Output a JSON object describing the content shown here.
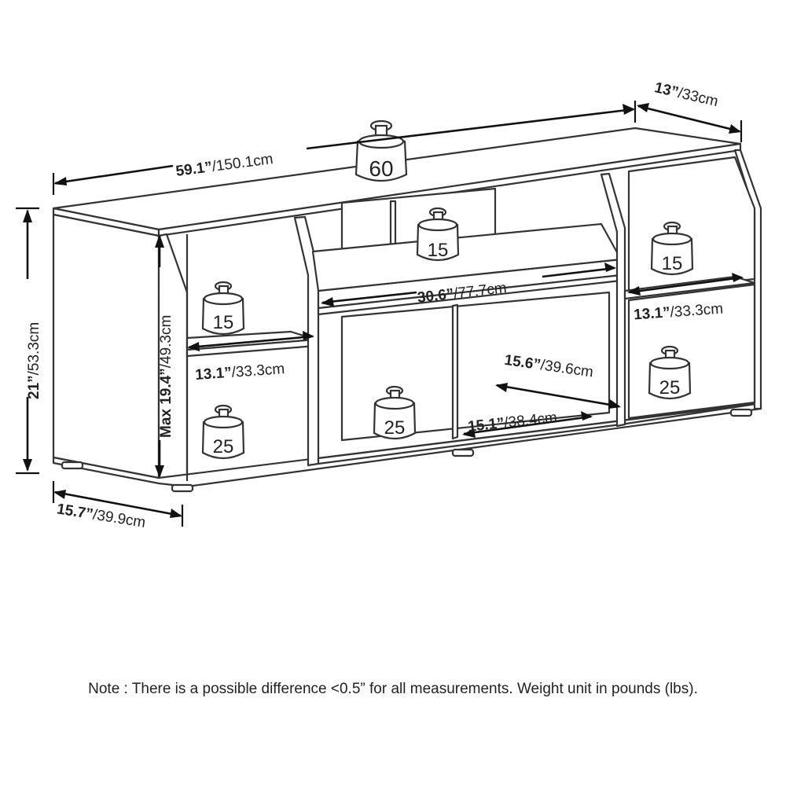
{
  "dimensions": {
    "width_total": {
      "imperial": "59.1”",
      "metric": "/150.1cm"
    },
    "depth_top": {
      "imperial": "13”",
      "metric": "/33cm"
    },
    "height_total": {
      "imperial": "21”",
      "metric": "/53.3cm"
    },
    "height_max_inner": {
      "imperial": "Max 19.4”",
      "metric": "/49.3cm"
    },
    "depth_base": {
      "imperial": "15.7”",
      "metric": "/39.9cm"
    },
    "center_shelf_width": {
      "imperial": "30.6”",
      "metric": "/77.7cm"
    },
    "left_shelf_width": {
      "imperial": "13.1”",
      "metric": "/33.3cm"
    },
    "right_shelf_width": {
      "imperial": "13.1”",
      "metric": "/33.3cm"
    },
    "right_center_cube_upper": {
      "imperial": "15.6”",
      "metric": "/39.6cm"
    },
    "right_center_cube_lower": {
      "imperial": "15.1”",
      "metric": "/38.4cm"
    }
  },
  "weights": {
    "top": "60",
    "center_upper": "15",
    "left_upper": "15",
    "right_upper": "15",
    "left_lower": "25",
    "center_left_lower": "25",
    "right_lower": "25"
  },
  "note": "Note : There is a possible difference <0.5” for all measurements. Weight unit in pounds (lbs)."
}
